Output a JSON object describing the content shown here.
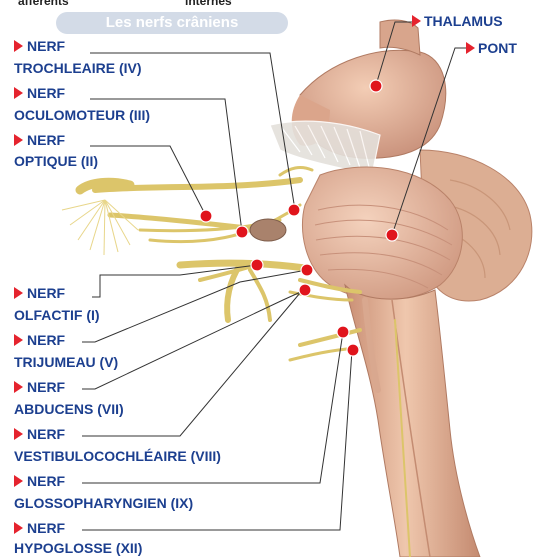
{
  "header": {
    "cut_left": "afférents",
    "cut_center": "internes",
    "banner": "Les nerfs crâniens"
  },
  "labels": {
    "thalamus": "THALAMUS",
    "pont": "PONT",
    "nerf_word": "NERF",
    "trochleaire": "TROCHLEAIRE (IV)",
    "oculomoteur": "OCULOMOTEUR (III)",
    "optique": "OPTIQUE (II)",
    "olfactif": "OLFACTIF (I)",
    "trijumeau": "TRIJUMEAU (V)",
    "abducens": "ABDUCENS (VII)",
    "vestibulo": "VESTIBULOCOCHLÉAIRE (VIII)",
    "glosso": "GLOSSOPHARYNGIEN (IX)",
    "hypoglosse": "HYPOGLOSSE (XII)"
  },
  "colors": {
    "label_text": "#1c3f8f",
    "arrow": "#e5232e",
    "marker": "#e0141c",
    "nerve": "#dcc56a",
    "brain_tissue": "#e8b89c",
    "leader_line": "#333333"
  }
}
